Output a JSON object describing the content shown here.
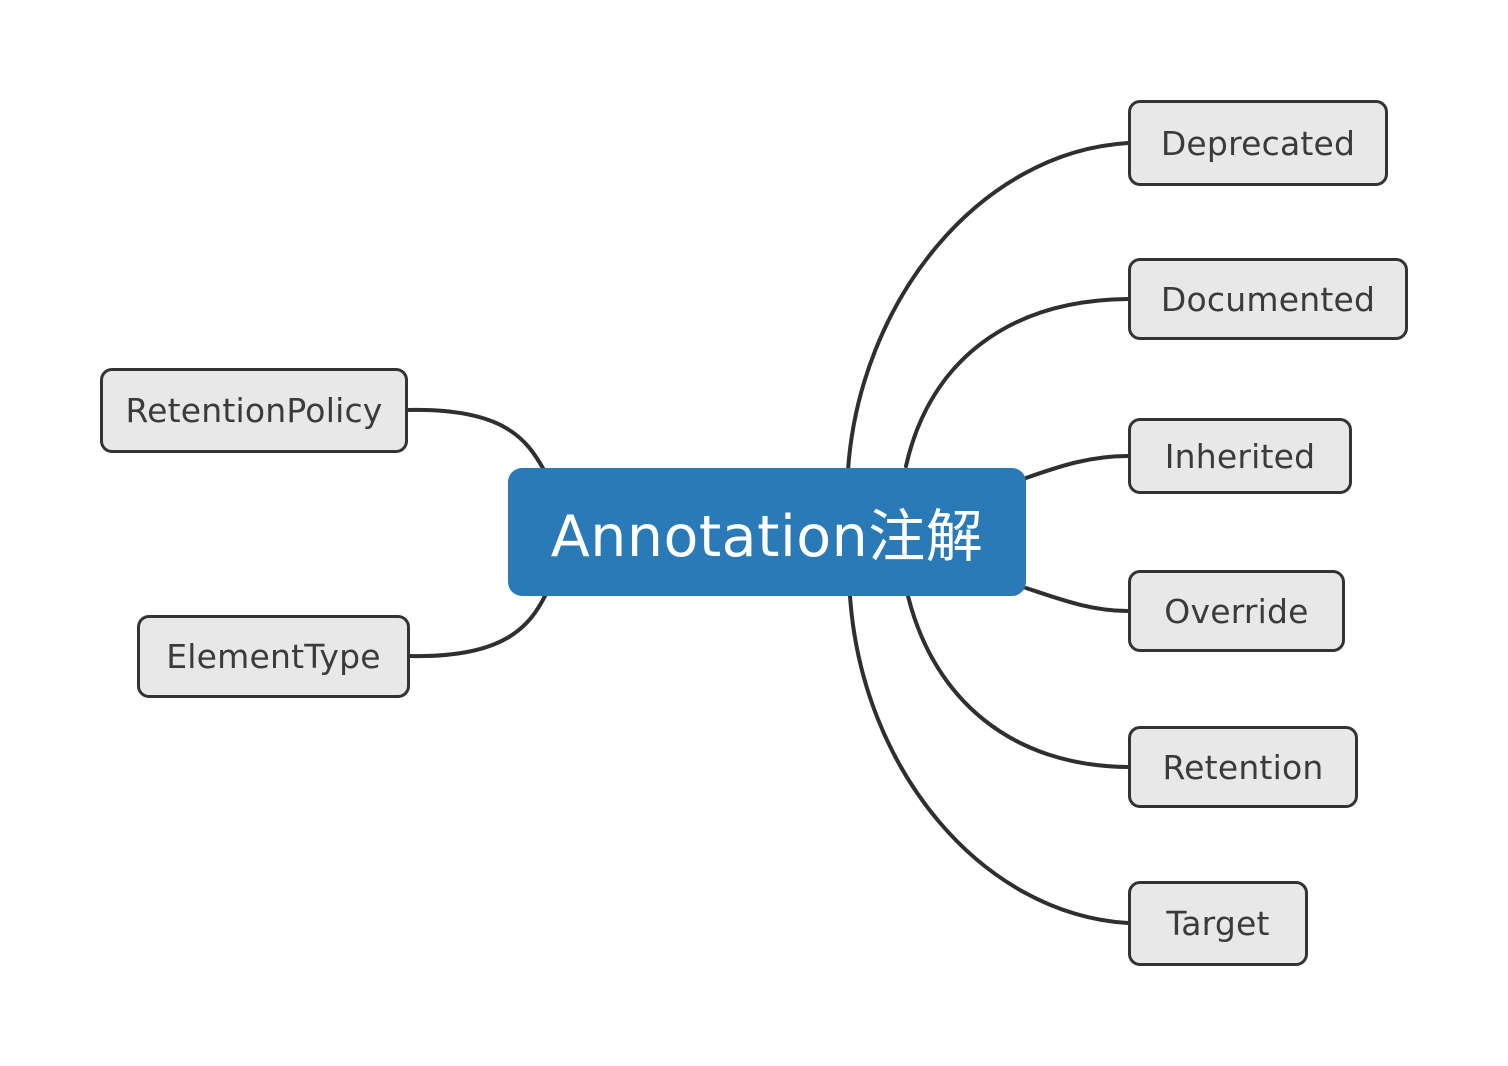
{
  "diagram": {
    "type": "mindmap",
    "title": "Annotation注解",
    "background_color": "#ffffff",
    "root": {
      "label": "Annotation注解",
      "fill_color": "#2a7ab8",
      "text_color": "#ffffff"
    },
    "branch_style": {
      "fill_color": "#e8e8e8",
      "border_color": "#333333",
      "text_color": "#3b3b3b",
      "edge_color": "#2f2f2f"
    },
    "left_branches": [
      {
        "label": "RetentionPolicy"
      },
      {
        "label": "ElementType"
      }
    ],
    "right_branches": [
      {
        "label": "Deprecated"
      },
      {
        "label": "Documented"
      },
      {
        "label": "Inherited"
      },
      {
        "label": "Override"
      },
      {
        "label": "Retention"
      },
      {
        "label": "Target"
      }
    ]
  }
}
